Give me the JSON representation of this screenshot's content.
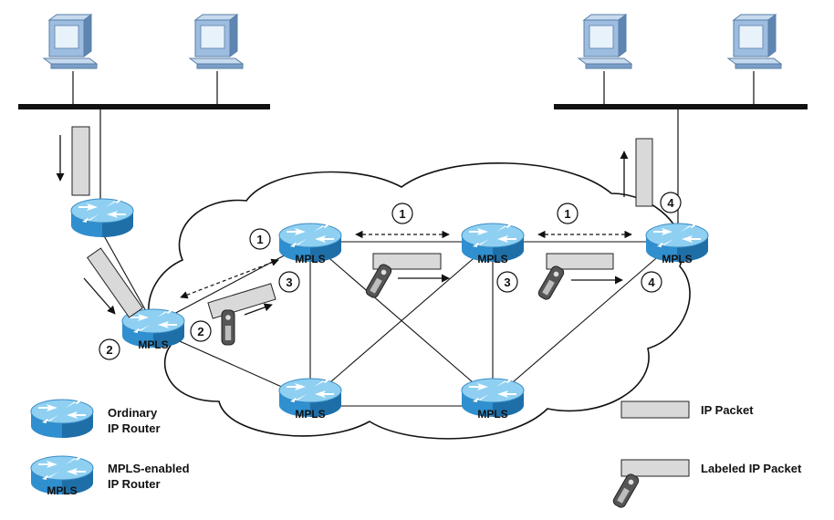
{
  "colors": {
    "router_top": "#8fd0f2",
    "router_side": "#2f8fcf",
    "router_side_dark": "#1e6fa8",
    "packet_fill": "#d9d9d9",
    "tag_fill": "#555555",
    "monitor_fill": "#8fb4dc",
    "line": "#111111"
  },
  "router_label": "MPLS",
  "steps": {
    "one": "1",
    "two": "2",
    "three": "3",
    "four": "4"
  },
  "legend": {
    "ordinary_line1": "Ordinary",
    "ordinary_line2": "IP Router",
    "mpls_line1": "MPLS-enabled",
    "mpls_line2": "IP Router",
    "ip_packet": "IP Packet",
    "labeled_packet": "Labeled IP Packet"
  },
  "icons": {
    "computer": "desktop-computer-icon",
    "router": "router-icon",
    "packet": "ip-packet-icon",
    "tag": "label-tag-icon"
  }
}
